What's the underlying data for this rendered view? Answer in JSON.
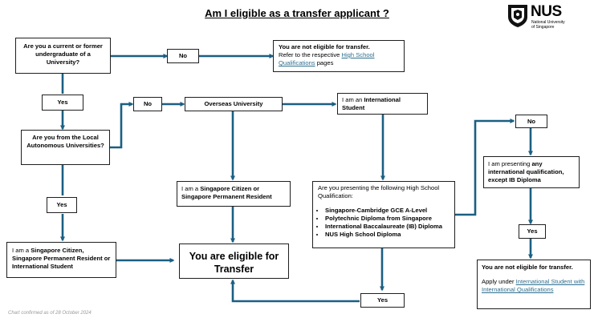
{
  "title": "Am I eligible as a transfer applicant ?",
  "logo": {
    "name": "NUS",
    "sub_line1": "National University",
    "sub_line2": "of Singapore"
  },
  "boxes": {
    "q_undergrad": "Are you a current or former undergraduate of a University?",
    "no_1": "No",
    "not_eligible_1_bold": "You are not eligible for transfer.",
    "not_eligible_1_text": "Refer to the respective ",
    "not_eligible_1_link": "High School Qualifications",
    "not_eligible_1_tail": " pages",
    "yes_1": "Yes",
    "no_2": "No",
    "overseas": "Overseas University",
    "intl_student_pre": "I am an ",
    "intl_student_bold": "International",
    "intl_student_post": "Student",
    "q_local": "Are you from the Local Autonomous Universities?",
    "citizen_pre": "I am a ",
    "citizen_bold": "Singapore Citizen or Singapore Permanent Resident",
    "yes_2": "Yes",
    "presenting_intro": "Are you presenting the following High School Qualification:",
    "qualifications": [
      "Singapore-Cambridge GCE A-Level",
      "Polytechnic Diploma from Singapore",
      "International Baccalaureate (IB) Diploma",
      "NUS High School Diploma"
    ],
    "no_3": "No",
    "any_pre": "I am presenting ",
    "any_bold1": "any",
    "any_bold2": "international qualification, except IB Diploma",
    "local_pre": "I am a ",
    "local_bold": "Singapore Citizen, Singapore Permanent Resident or International Student",
    "eligible": "You are eligible for Transfer",
    "yes_3": "Yes",
    "yes_4": "Yes",
    "not_eligible_2_bold": "You are not eligible for transfer.",
    "not_eligible_2_text": "Apply under ",
    "not_eligible_2_link": "International Student with International Qualifications"
  },
  "footer": "Chart confirmed as of 28 October 2024",
  "colors": {
    "connector": "#1b5f82",
    "link": "#2f6f8f",
    "border": "#1f1f1f"
  }
}
